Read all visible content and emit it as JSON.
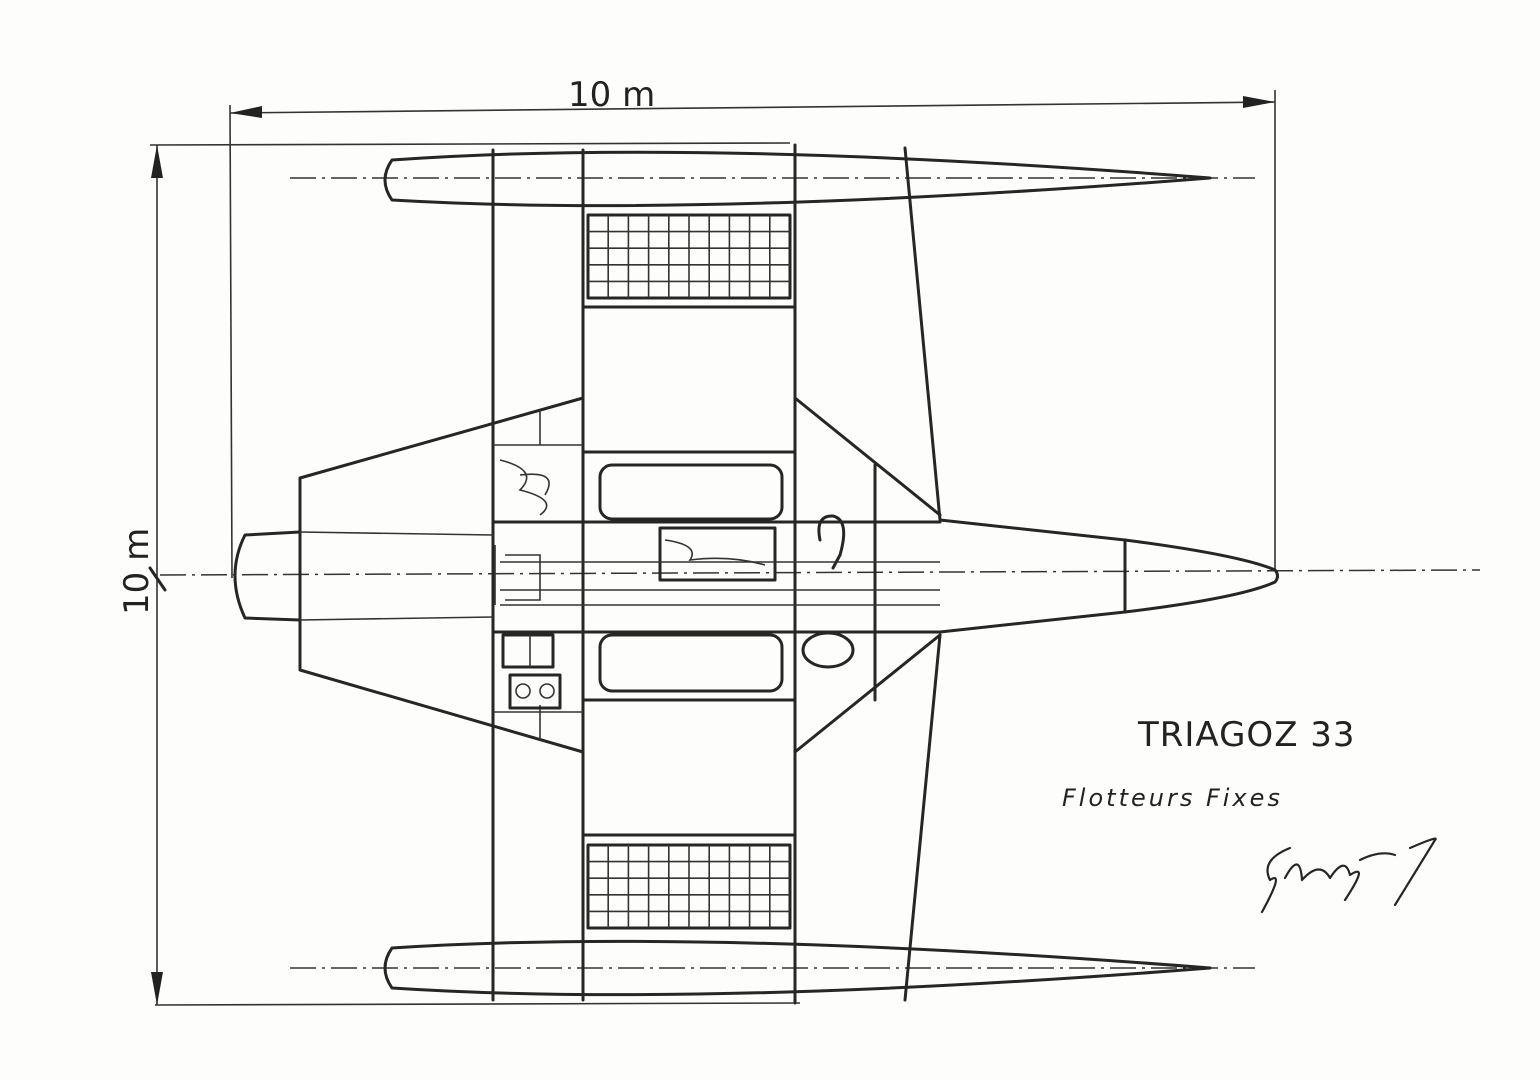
{
  "drawing": {
    "title": "TRIAGOZ 33",
    "subtitle": "Flotteurs Fixes",
    "length_dimension": "10 m",
    "beam_dimension": "10 m",
    "signature": "Signature"
  },
  "colors": {
    "ink": "#262626",
    "paper": "#fdfdfb"
  }
}
